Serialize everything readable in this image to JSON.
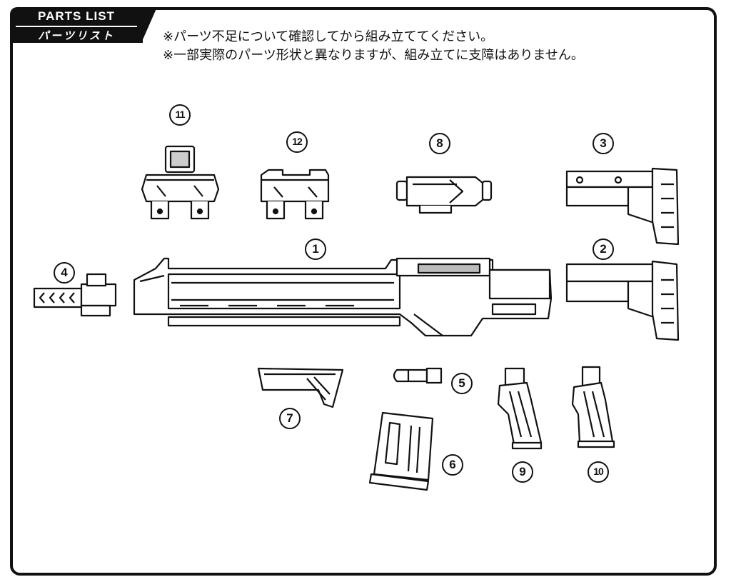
{
  "header": {
    "title_en": "PARTS LIST",
    "title_jp": "パーツリスト"
  },
  "notes": [
    "※パーツ不足について確認してから組み立ててください。",
    "※一部実際のパーツ形状と異なりますが、組み立てに支障はありません。"
  ],
  "parts": [
    {
      "number": "⑪",
      "label": "11",
      "icon": "sight-icon"
    },
    {
      "number": "⑫",
      "label": "12",
      "icon": "rear-sight-icon"
    },
    {
      "number": "⑧",
      "label": "8",
      "icon": "scope-icon"
    },
    {
      "number": "③",
      "label": "3",
      "icon": "stock-icon"
    },
    {
      "number": "①",
      "label": "1",
      "icon": "rifle-body-icon"
    },
    {
      "number": "②",
      "label": "2",
      "icon": "stock-icon"
    },
    {
      "number": "④",
      "label": "4",
      "icon": "muzzle-icon"
    },
    {
      "number": "⑦",
      "label": "7",
      "icon": "foregrip-icon"
    },
    {
      "number": "⑤",
      "label": "5",
      "icon": "bullet-icon"
    },
    {
      "number": "⑥",
      "label": "6",
      "icon": "magazine-icon"
    },
    {
      "number": "⑨",
      "label": "9",
      "icon": "grip-icon"
    },
    {
      "number": "⑩",
      "label": "10",
      "icon": "grip-icon"
    }
  ],
  "colors": {
    "ink": "#111111",
    "paper": "#ffffff"
  }
}
